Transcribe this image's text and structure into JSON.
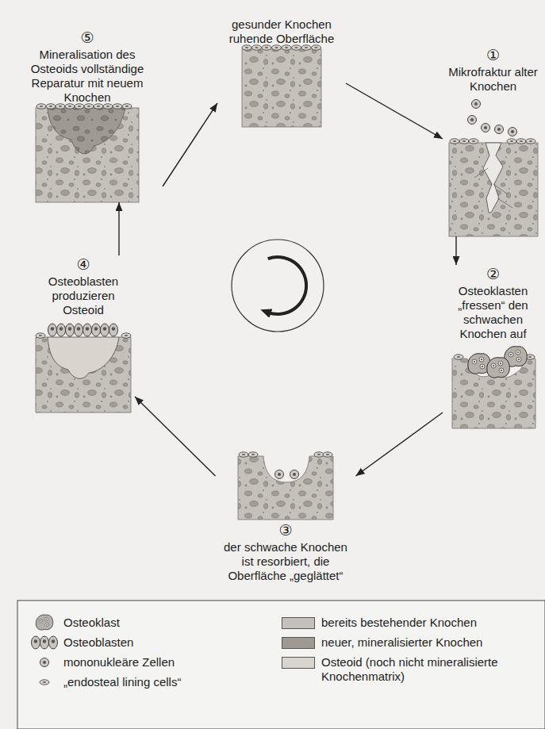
{
  "diagram": {
    "nodes": [
      {
        "text": [
          "gesunder Knochen ruhende Oberfläche"
        ]
      },
      {
        "text": [
          "①",
          "Mikrofraktur alter Knochen"
        ]
      },
      {
        "text": [
          "②",
          "Osteoklasten „fressen“ den schwachen Knochen auf"
        ]
      },
      {
        "text": [
          "③",
          "der schwache Knochen ist resorbiert, die Oberfläche „geglättet“"
        ]
      },
      {
        "text": [
          "④",
          "Osteoblasten produzieren Osteoid"
        ]
      },
      {
        "text": [
          "⑤",
          "Mineralisation des Osteoids vollständige Reparatur mit neuem Knochen"
        ]
      }
    ],
    "edges": [
      {
        "from": 0,
        "to": 1,
        "arrow": "to"
      },
      {
        "from": 1,
        "to": 2,
        "arrow": "to"
      },
      {
        "from": 2,
        "to": 3,
        "arrow": "to"
      },
      {
        "from": 3,
        "to": 4,
        "arrow": "to"
      },
      {
        "from": 4,
        "to": 5,
        "arrow": "to"
      },
      {
        "from": 5,
        "to": 0,
        "arrow": "to"
      }
    ],
    "legend": [
      {
        "text": "Osteoklast"
      },
      {
        "text": "Osteoblasten"
      },
      {
        "text": "mononukleäre Zellen"
      },
      {
        "text": "„endosteal lining cells“"
      },
      {
        "text": "bereits bestehender Knochen",
        "color": "#c4c0ba"
      },
      {
        "text": "neuer, mineralisierter Knochen",
        "color": "#9e9992"
      },
      {
        "text": "Osteoid (noch nicht mineralisierte Knochenmatrix)",
        "color": "#d9d5ce"
      }
    ]
  }
}
